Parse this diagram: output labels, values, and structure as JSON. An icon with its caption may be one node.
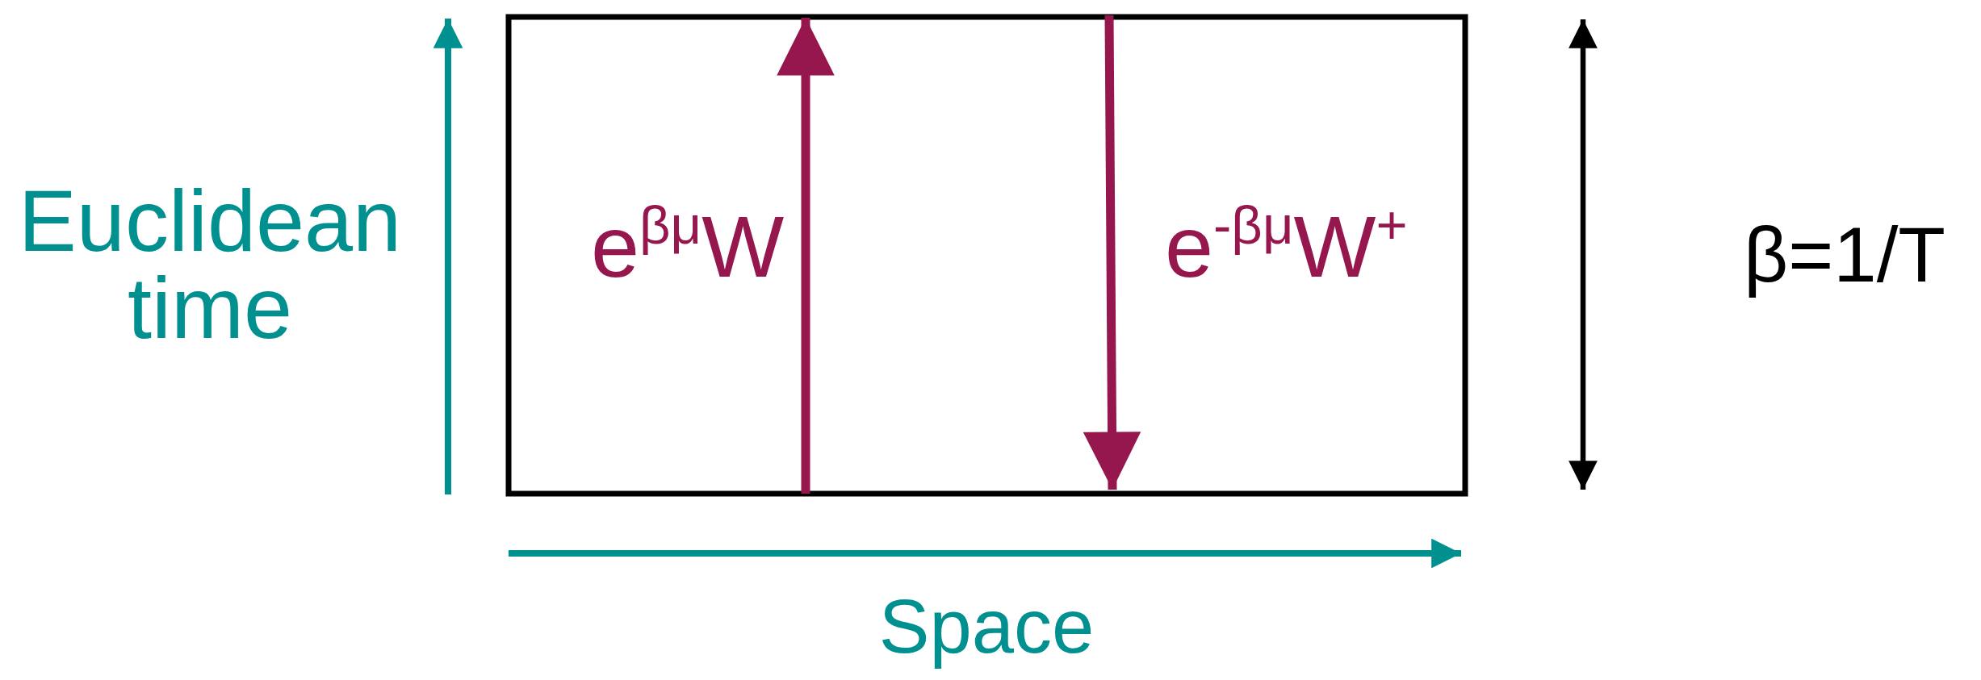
{
  "diagram": {
    "labels": [
      "Euclidean time",
      "e$^{βμ}$W",
      "e$^{-βμ}$W$^{+}$",
      "β=1/T",
      "Space"
    ]
  }
}
